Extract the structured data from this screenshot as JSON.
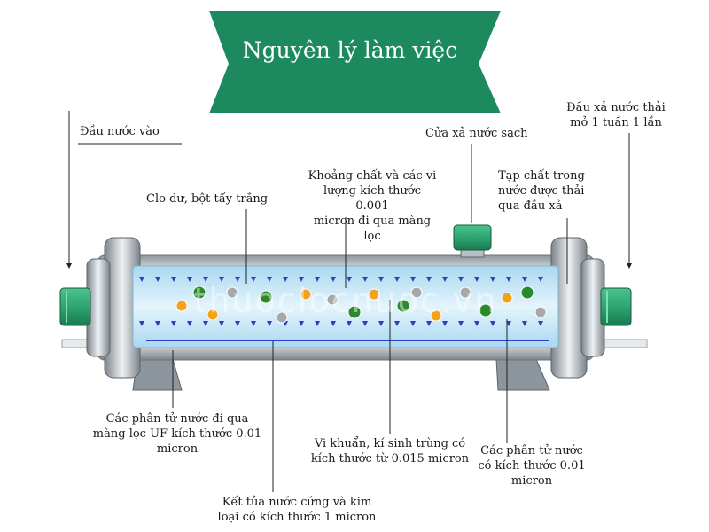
{
  "title": "Nguyên lý làm việc",
  "watermark": "thuoclocnuoc.vn",
  "colors": {
    "banner": "#1c8a5e",
    "cap": "#2ea472",
    "water": "#bfe4f6",
    "arrow": "#2d3fc8",
    "steel": "#c9ced3",
    "particle_green": "#2b8a2b",
    "particle_orange": "#f4a21c",
    "particle_grey": "#a8a8a8"
  },
  "labels": {
    "inlet": "Đầu nước vào",
    "outlet_clean": "Cửa xả nước sạch",
    "drain": "Đầu xả nước thải\nmở 1 tuần 1 lần",
    "chlorine": "Clo dư, bột tẩy trắng",
    "minerals": "Khoảng chất và các vi\nlượng kích thước 0.001\nmicron đi qua màng lọc",
    "impurities": "Tạp chất trong\nnước được thải\nqua đầu xả",
    "uf_molecules": "Các phân tử nước đi qua\nmàng lọc UF kích thước 0.01\nmicron",
    "bacteria": "Vi khuẩn, kí sinh trùng có\nkích thước từ 0.015 micron",
    "water_molecules": "Các phân tử nước\ncó kích thước 0.01\nmicron",
    "scale": "Kết tủa nước cứng và kim\nloại có kích thước 1 micron"
  }
}
